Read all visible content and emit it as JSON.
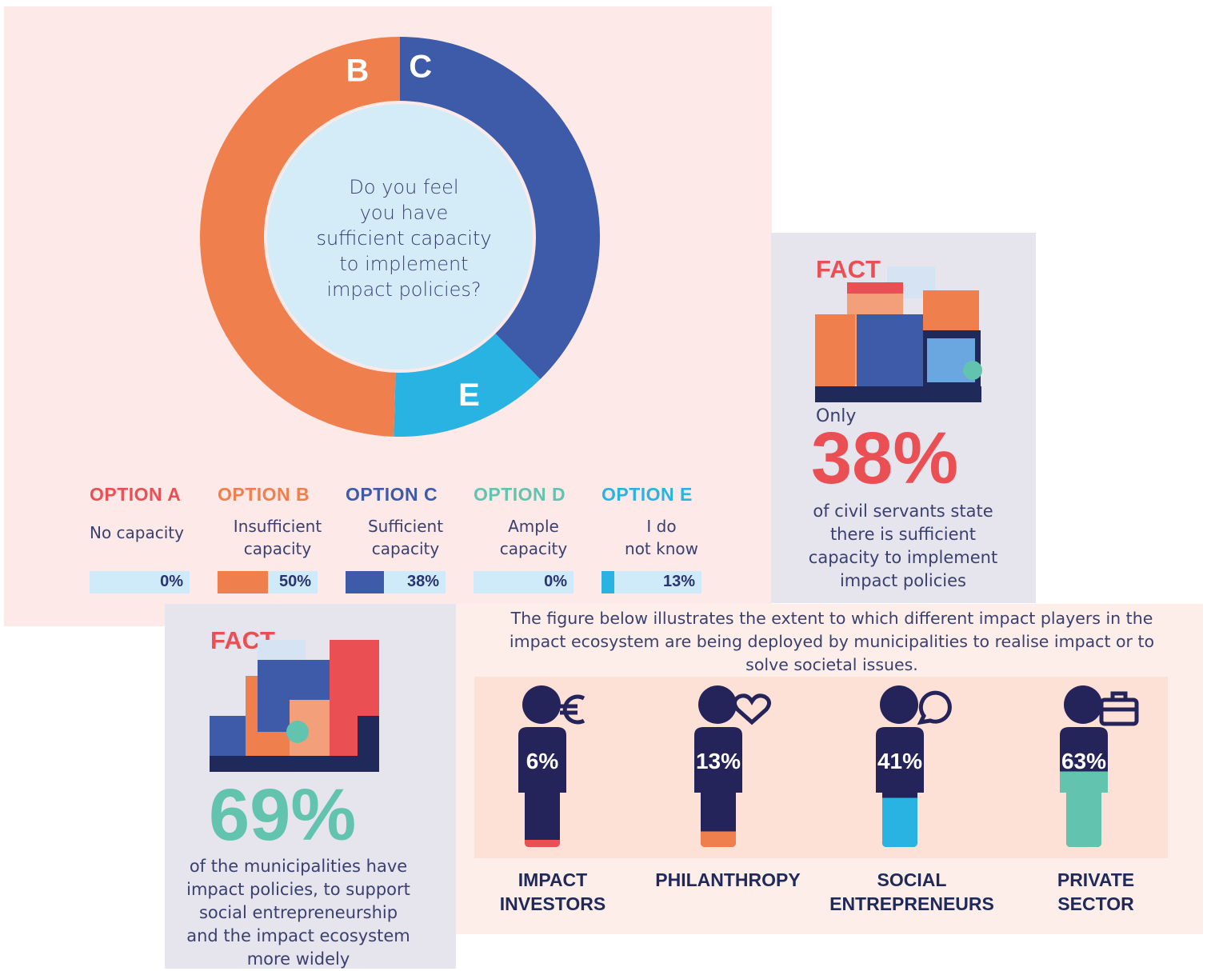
{
  "survey": {
    "question_pre": "Do you feel",
    "question_line2": "you have",
    "question_emphasis": "sufficient capacity",
    "question_line4": "to implement",
    "question_line5": "impact policies?",
    "segment_labels": [
      "B",
      "C",
      "E"
    ]
  },
  "options": [
    {
      "head": "OPTION A",
      "desc1": "No capacity",
      "desc2": "",
      "value": "0%",
      "color": "#ea4f54"
    },
    {
      "head": "OPTION B",
      "desc1": "Insufficient",
      "desc2": "capacity",
      "value": "50%",
      "color": "#f07f4e"
    },
    {
      "head": "OPTION C",
      "desc1": "Sufficient",
      "desc2": "capacity",
      "value": "38%",
      "color": "#3d5ba8"
    },
    {
      "head": "OPTION D",
      "desc1": "Ample",
      "desc2": "capacity",
      "value": "0%",
      "color": "#62c3ae"
    },
    {
      "head": "OPTION E",
      "desc1": "I do",
      "desc2": "not know",
      "value": "13%",
      "color": "#29b3e2"
    }
  ],
  "chart_data": [
    {
      "type": "pie",
      "title": "Do you feel you have sufficient capacity to implement impact policies?",
      "categories": [
        "OPTION A",
        "OPTION B",
        "OPTION C",
        "OPTION D",
        "OPTION E"
      ],
      "values": [
        0,
        50,
        38,
        0,
        13
      ]
    },
    {
      "type": "bar",
      "title": "The figure below illustrates the extent to which different impact players in the impact ecosystem are being deployed by municipalities to realise impact or to solve societal issues.",
      "categories": [
        "IMPACT INVESTORS",
        "PHILANTHROPY",
        "SOCIAL ENTREPRENEURS",
        "PRIVATE SECTOR"
      ],
      "values": [
        6,
        13,
        41,
        63
      ]
    }
  ],
  "fact1": {
    "label": "FACT",
    "prefix": "Only",
    "percent": "38%",
    "text1": "of civil servants state",
    "text2": "there is sufficient",
    "text3": "capacity to implement",
    "text4": "impact policies"
  },
  "fact2": {
    "label": "FACT",
    "percent": "69%",
    "text1": "of the municipalities have",
    "text2": "impact policies, to support",
    "text3": "social entrepreneurship",
    "text4": "and the impact ecosystem",
    "text5": "more widely"
  },
  "players": {
    "intro": "The figure below illustrates the extent to which different impact players in the impact ecosystem are being deployed by municipalities to realise impact or to solve societal issues.",
    "items": [
      {
        "pct": "6%",
        "line1": "IMPACT",
        "line2": "INVESTORS",
        "icon": "euro-icon",
        "color": "#ea4f54"
      },
      {
        "pct": "13%",
        "line1": "PHILANTHROPY",
        "line2": "",
        "icon": "heart-icon",
        "color": "#f07f4e"
      },
      {
        "pct": "41%",
        "line1": "SOCIAL",
        "line2": "ENTREPRENEURS",
        "icon": "speech-bubble-icon",
        "color": "#29b3e2"
      },
      {
        "pct": "63%",
        "line1": "PRIVATE",
        "line2": "SECTOR",
        "icon": "briefcase-icon",
        "color": "#62c3ae"
      }
    ]
  }
}
